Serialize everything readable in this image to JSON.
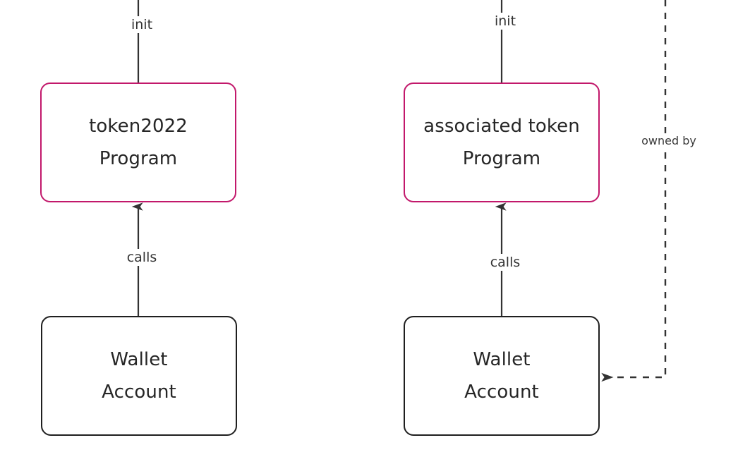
{
  "diagram": {
    "type": "flow-diagram",
    "background_color": "#ffffff",
    "program_border_color": "#C2186B",
    "account_border_color": "#1f1f1f",
    "edge_color": "#333333",
    "text_color": "#262626",
    "nodes": [
      {
        "id": "token2022-program",
        "kind": "program",
        "line1": "token2022",
        "line2": "Program"
      },
      {
        "id": "associated-token-program",
        "kind": "program",
        "line1": "associated token",
        "line2": "Program"
      },
      {
        "id": "wallet-account-left",
        "kind": "account",
        "line1": "Wallet",
        "line2": "Account"
      },
      {
        "id": "wallet-account-right",
        "kind": "account",
        "line1": "Wallet",
        "line2": "Account"
      }
    ],
    "edges": [
      {
        "id": "init-left",
        "label": "init",
        "style": "solid",
        "from": "above",
        "to": "token2022-program"
      },
      {
        "id": "calls-left",
        "label": "calls",
        "style": "solid",
        "from": "wallet-account-left",
        "to": "token2022-program"
      },
      {
        "id": "init-right",
        "label": "init",
        "style": "solid",
        "from": "above",
        "to": "associated-token-program"
      },
      {
        "id": "calls-right",
        "label": "calls",
        "style": "solid",
        "from": "wallet-account-right",
        "to": "associated-token-program"
      },
      {
        "id": "owned-by",
        "label": "owned by",
        "style": "dashed",
        "from": "above",
        "to": "wallet-account-right"
      }
    ]
  }
}
